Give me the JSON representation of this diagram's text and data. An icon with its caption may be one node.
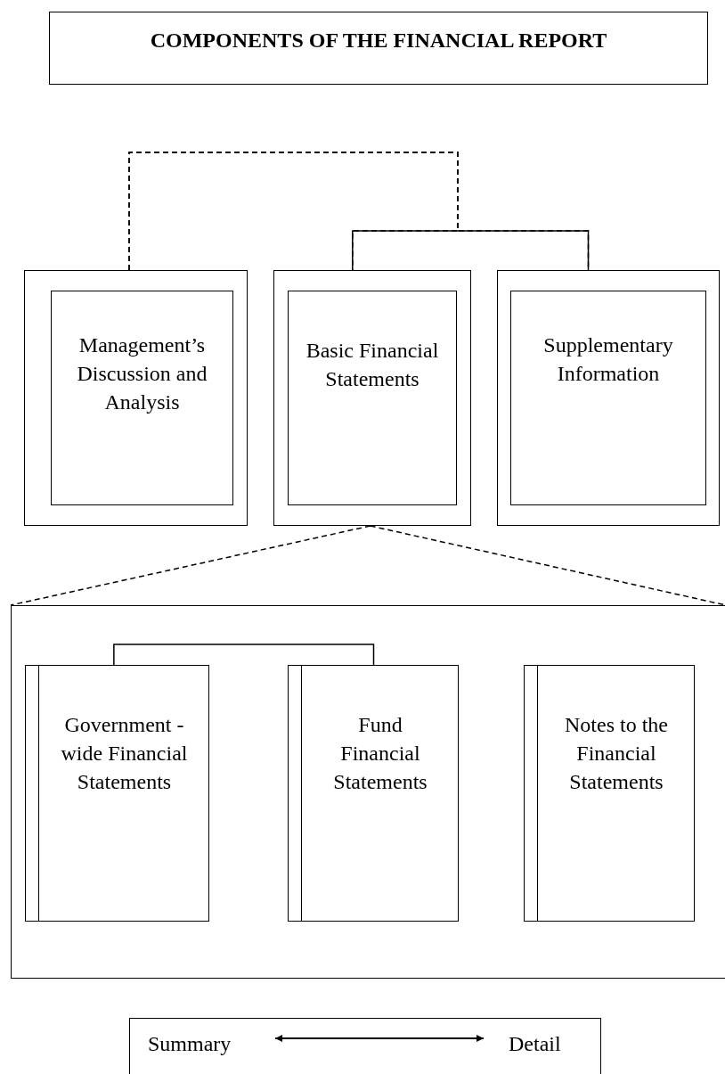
{
  "diagram": {
    "title": "COMPONENTS OF THE FINANCIAL REPORT",
    "nodes": [
      {
        "text": [
          "Management’s Discussion and Analysis"
        ]
      },
      {
        "text": [
          "Basic Financial Statements"
        ]
      },
      {
        "text": [
          "Supplementary Information"
        ]
      },
      {
        "text": [],
        "shape": "box"
      },
      {
        "text": [
          "Government -wide Financial Statements"
        ],
        "in": 3
      },
      {
        "text": [
          "Fund Financial Statements"
        ],
        "in": 3
      },
      {
        "text": [
          "Notes to the Financial Statements"
        ],
        "in": 3
      }
    ],
    "edges": [
      {
        "from": 0,
        "to": 1,
        "arrow": "none",
        "style": "dashed"
      },
      {
        "from": 0,
        "to": 2,
        "arrow": "none",
        "style": "dashed"
      },
      {
        "from": 1,
        "to": 2,
        "arrow": "none"
      },
      {
        "from": 1,
        "to": 3,
        "arrow": "none",
        "style": "dashed"
      },
      {
        "from": 4,
        "to": 5,
        "arrow": "none"
      }
    ],
    "labels": [
      "Summary",
      "Detail"
    ]
  }
}
